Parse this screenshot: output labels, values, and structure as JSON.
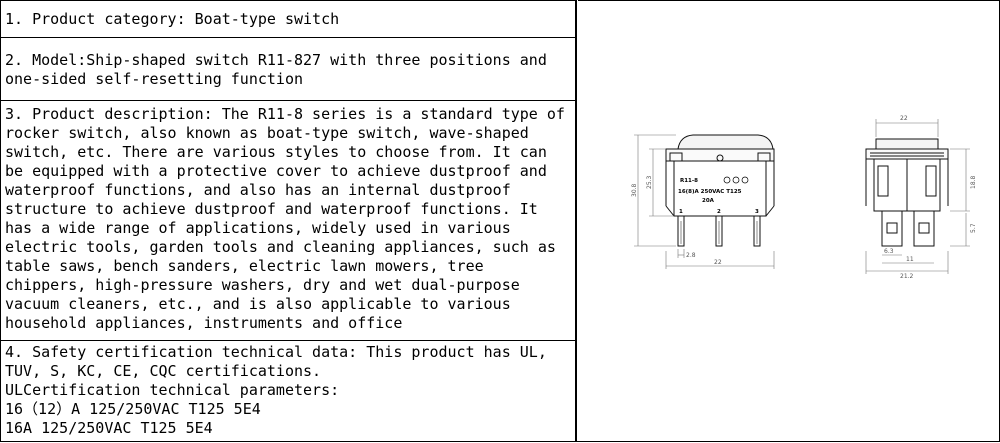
{
  "sections": [
    {
      "text": "1. Product category: Boat-type switch"
    },
    {
      "text": "2. Model:Ship-shaped switch R11-827 with three positions and one-sided self-resetting function"
    },
    {
      "text": "3. Product description: The R11-8 series is a standard type of rocker switch, also known as boat-type switch, wave-shaped switch, etc. There are various styles to choose from. It can be equipped with a protective cover to achieve dustproof and waterproof functions, and also has an internal dustproof structure to achieve dustproof and waterproof functions. It has a wide range of applications, widely used in various electric tools, garden tools and cleaning appliances, such as table saws, bench sanders, electric lawn mowers, tree chippers, high-pressure washers, dry and wet dual-purpose vacuum cleaners, etc., and is also applicable to various household appliances, instruments and office"
    },
    {
      "lines": [
        "4. Safety certification technical data: This product has UL,",
        "TUV, S, KC, CE, CQC certifications.",
        "ULCertification technical parameters:",
        "16（12）A  125/250VAC  T125  5E4",
        "16A  125/250VAC  T125  5E4"
      ]
    }
  ],
  "drawing": {
    "front": {
      "model_label": "R11-8",
      "rating_label": "16(8)A  250VAC  T125",
      "current_label": "20A",
      "terminals": [
        "1",
        "2",
        "3"
      ],
      "dim_height_total": "30.8",
      "dim_height_body": "25.3",
      "dim_pin_spacing": "2.8",
      "dim_width": "22"
    },
    "side": {
      "dim_top_width": "22",
      "dim_height": "18.8",
      "dim_pin_length": "5.7",
      "dim_pin_width": "6.3",
      "dim_pin_gap": "11",
      "dim_base_width": "21.2"
    }
  }
}
